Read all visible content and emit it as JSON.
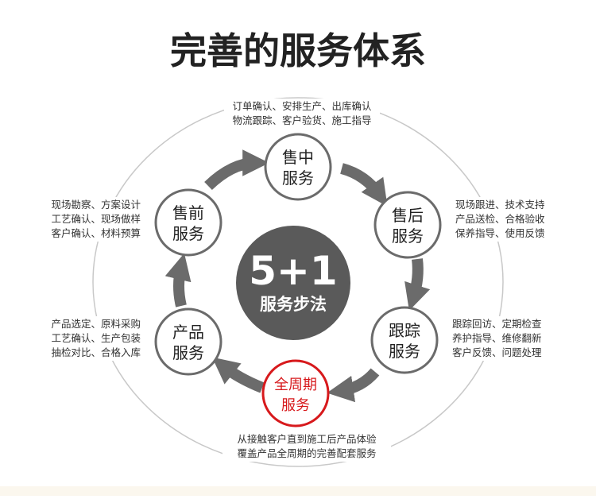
{
  "title": "完善的服务体系",
  "center": {
    "big": "5+1",
    "sub": "服务步法"
  },
  "nodes": [
    {
      "id": "sales-mid",
      "line1": "售中",
      "line2": "服务",
      "highlight": false
    },
    {
      "id": "after-sales",
      "line1": "售后",
      "line2": "服务",
      "highlight": false
    },
    {
      "id": "follow-up",
      "line1": "跟踪",
      "line2": "服务",
      "highlight": false
    },
    {
      "id": "full-cycle",
      "line1": "全周期",
      "line2": "服务",
      "highlight": true
    },
    {
      "id": "product",
      "line1": "产品",
      "line2": "服务",
      "highlight": false
    },
    {
      "id": "pre-sales",
      "line1": "售前",
      "line2": "服务",
      "highlight": false
    }
  ],
  "descriptions": {
    "top": [
      "订单确认、安排生产、出库确认",
      "物流跟踪、客户验货、施工指导"
    ],
    "right_upper": [
      "现场跟进、技术支持",
      "产品送检、合格验收",
      "保养指导、使用反馈"
    ],
    "right_lower": [
      "跟踪回访、定期检查",
      "养护指导、维修翻新",
      "客户反馈、问题处理"
    ],
    "bottom": [
      "从接触客户直到施工后产品体验",
      "覆盖产品全周期的完善配套服务"
    ],
    "left_lower": [
      "产品选定、原料采购",
      "工艺确认、生产包装",
      "抽检对比、合格入库"
    ],
    "left_upper": [
      "现场勘察、方案设计",
      "工艺确认、现场做样",
      "客户确认、材料预算"
    ]
  },
  "colors": {
    "accent_red": "#d7191c",
    "dark_gray": "#5a5a5a",
    "arrow_gray": "#6b6b6b",
    "ring_gray": "#c8c8c8"
  }
}
